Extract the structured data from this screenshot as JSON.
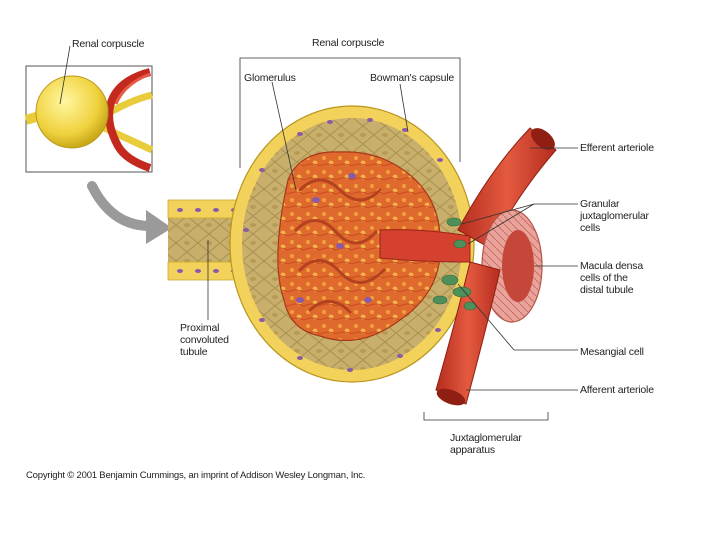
{
  "inset": {
    "label": "Renal corpuscle"
  },
  "labels": {
    "renal_corpuscle": "Renal corpuscle",
    "glomerulus": "Glomerulus",
    "bowmans_capsule": "Bowman's capsule",
    "efferent_arteriole": "Efferent arteriole",
    "granular_cells": "Granular\njuxtaglomerular\ncells",
    "macula_densa": "Macula densa\ncells of the\ndistal tubule",
    "mesangial_cell": "Mesangial cell",
    "afferent_arteriole": "Afferent arteriole",
    "proximal_tubule": "Proximal\nconvoluted\ntubule",
    "jga": "Juxtaglomerular\napparatus"
  },
  "copyright": "Copyright © 2001 Benjamin Cummings, an imprint of Addison Wesley Longman, Inc.",
  "colors": {
    "capsule_yellow": "#f2d25a",
    "capsule_fill": "#c9b06a",
    "vessel_red": "#d4412f",
    "glomerulus_orange": "#e7722f",
    "nucleus_purple": "#8a5aa8",
    "mesangial_green": "#4f8f5a",
    "arrow_gray": "#9a9a9a"
  }
}
